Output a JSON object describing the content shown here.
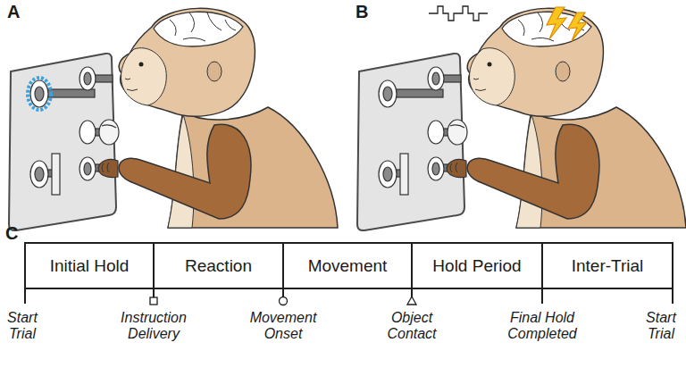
{
  "diagram": {
    "nodes": [
      {
        "text": [
          "Initial Hold"
        ]
      },
      {
        "text": [
          "Reaction"
        ]
      },
      {
        "text": [
          "Movement"
        ]
      },
      {
        "text": [
          "Hold Period"
        ]
      },
      {
        "text": [
          "Inter-Trial"
        ]
      }
    ],
    "labels": [
      "A",
      "B",
      "C",
      "Start Trial",
      "Instruction Delivery",
      "Movement Onset",
      "Object Contact",
      "Final Hold Completed",
      "Start Trial"
    ]
  }
}
